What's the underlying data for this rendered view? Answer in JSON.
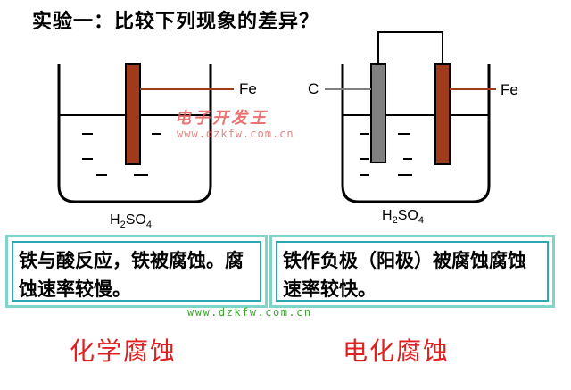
{
  "title": "实验一：比较下列现象的差异？",
  "left_setup": {
    "electrode_label": "Fe",
    "solution_formula": {
      "main": "H",
      "sub1": "2",
      "mid": "SO",
      "sub2": "4"
    }
  },
  "right_setup": {
    "left_electrode_label": "C",
    "right_electrode_label": "Fe",
    "solution_formula": {
      "main": "H",
      "sub1": "2",
      "mid": "SO",
      "sub2": "4"
    }
  },
  "watermark": {
    "text": "电子开发王",
    "url": "www.dzkfw.com.cn"
  },
  "left_description": "铁与酸反应，铁被腐蚀。腐蚀速率较慢。",
  "right_description": "铁作负极（阳极）被腐蚀腐蚀速率较快。",
  "bottom_url": "www.dzkfw.com.cn",
  "left_caption": "化学腐蚀",
  "right_caption": "电化腐蚀",
  "colors": {
    "iron": "#a03a1a",
    "carbon": "#808080",
    "caption": "#e02020",
    "box_border": "#2aa9b5"
  }
}
